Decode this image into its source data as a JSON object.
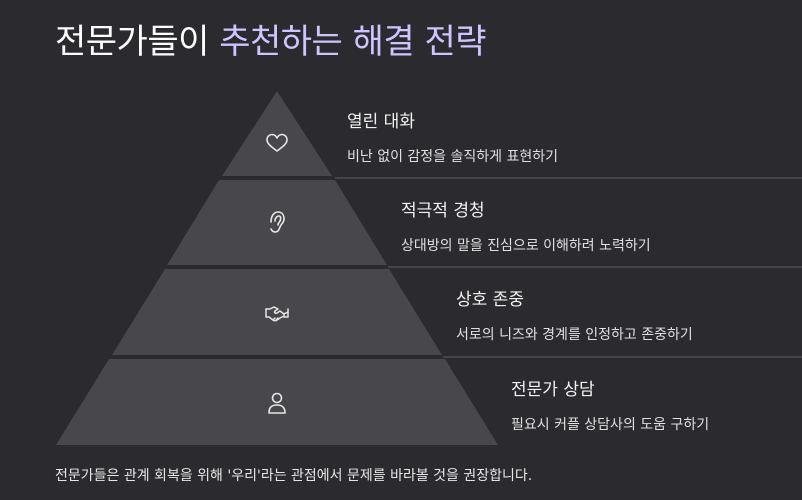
{
  "title": {
    "part1": "전문가들이 ",
    "part2": "추천하는 해결 전략"
  },
  "levels": [
    {
      "title": "열린 대화",
      "desc": "비난 없이 감정을 솔직하게 표현하기",
      "icon": "heart-icon"
    },
    {
      "title": "적극적 경청",
      "desc": "상대방의 말을 진심으로 이해하려 노력하기",
      "icon": "ear-icon"
    },
    {
      "title": "상호 존중",
      "desc": "서로의 니즈와 경계를 인정하고 존중하기",
      "icon": "handshake-icon"
    },
    {
      "title": "전문가 상담",
      "desc": "필요시 커플 상담사의 도움 구하기",
      "icon": "person-icon"
    }
  ],
  "footer": "전문가들은 관계 회복을 위해 '우리'라는 관점에서 문제를 바라볼 것을 권장합니다.",
  "colors": {
    "background": "#2b2a2e",
    "tier": "#48474b",
    "divider": "#5d5c61",
    "accent": "#cfc4ff"
  }
}
